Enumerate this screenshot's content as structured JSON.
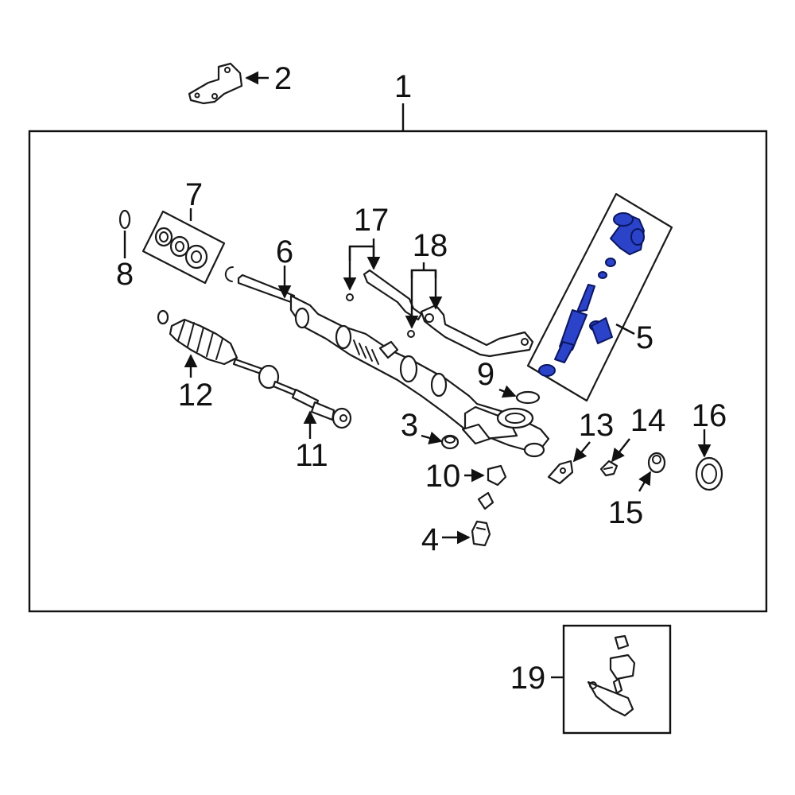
{
  "diagram": {
    "highlight_color": "#2a43c9",
    "callouts": {
      "c1": "1",
      "c2": "2",
      "c3": "3",
      "c4": "4",
      "c5": "5",
      "c6": "6",
      "c7": "7",
      "c8": "8",
      "c9": "9",
      "c10": "10",
      "c11": "11",
      "c12": "12",
      "c13": "13",
      "c14": "14",
      "c15": "15",
      "c16": "16",
      "c17": "17",
      "c18": "18",
      "c19": "19"
    }
  }
}
